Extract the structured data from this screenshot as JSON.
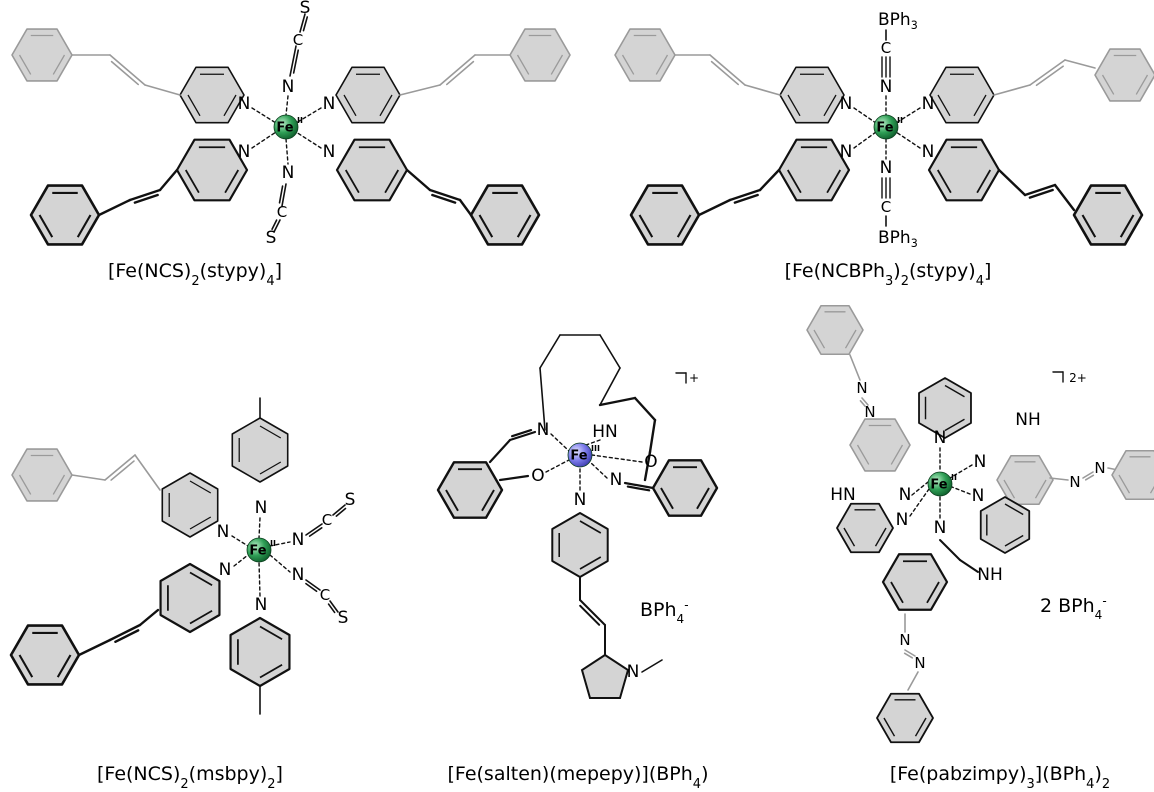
{
  "captions": [
    {
      "parts": [
        [
          "[Fe(NCS)",
          ""
        ],
        [
          "2",
          "sub"
        ],
        [
          "(stypy)",
          ""
        ],
        [
          "4",
          "sub"
        ],
        [
          "]",
          ""
        ]
      ]
    },
    {
      "parts": [
        [
          "[Fe(NCBPh",
          ""
        ],
        [
          "3",
          "sub"
        ],
        [
          ")",
          ""
        ],
        [
          "2",
          "sub"
        ],
        [
          "(stypy)",
          ""
        ],
        [
          "4",
          "sub"
        ],
        [
          "]",
          ""
        ]
      ]
    },
    {
      "parts": [
        [
          "[Fe(NCS)",
          ""
        ],
        [
          "2",
          "sub"
        ],
        [
          "(msbpy)",
          ""
        ],
        [
          "2",
          "sub"
        ],
        [
          "]",
          ""
        ]
      ]
    },
    {
      "parts": [
        [
          "[Fe(salten)(mepepy)](BPh",
          ""
        ],
        [
          "4",
          "sub"
        ],
        [
          ")",
          ""
        ]
      ]
    },
    {
      "parts": [
        [
          "[Fe(pabzimpy)",
          ""
        ],
        [
          "3",
          "sub"
        ],
        [
          "](BPh",
          ""
        ],
        [
          "4",
          "sub"
        ],
        [
          ")",
          ""
        ],
        [
          "2",
          "sub"
        ]
      ]
    }
  ],
  "labels": {
    "fe": "Fe",
    "ox_II": "II",
    "ox_III": "III",
    "N": "N",
    "S": "S",
    "C": "C",
    "O": "O",
    "HN": "HN",
    "NH": "NH",
    "BPh": "BPh",
    "three": "3",
    "plus": "+",
    "twoplus": "2+",
    "anion_bph4": "BPh",
    "anion_2bph4": "2 BPh",
    "four": "4",
    "minus": "-"
  },
  "colors": {
    "fe_II": "#2e9e55",
    "fe_III": "#6f6fe6",
    "ring_fill": "#d4d4d4",
    "grey_bond": "#9a9a9a",
    "black_bond": "#111111"
  }
}
